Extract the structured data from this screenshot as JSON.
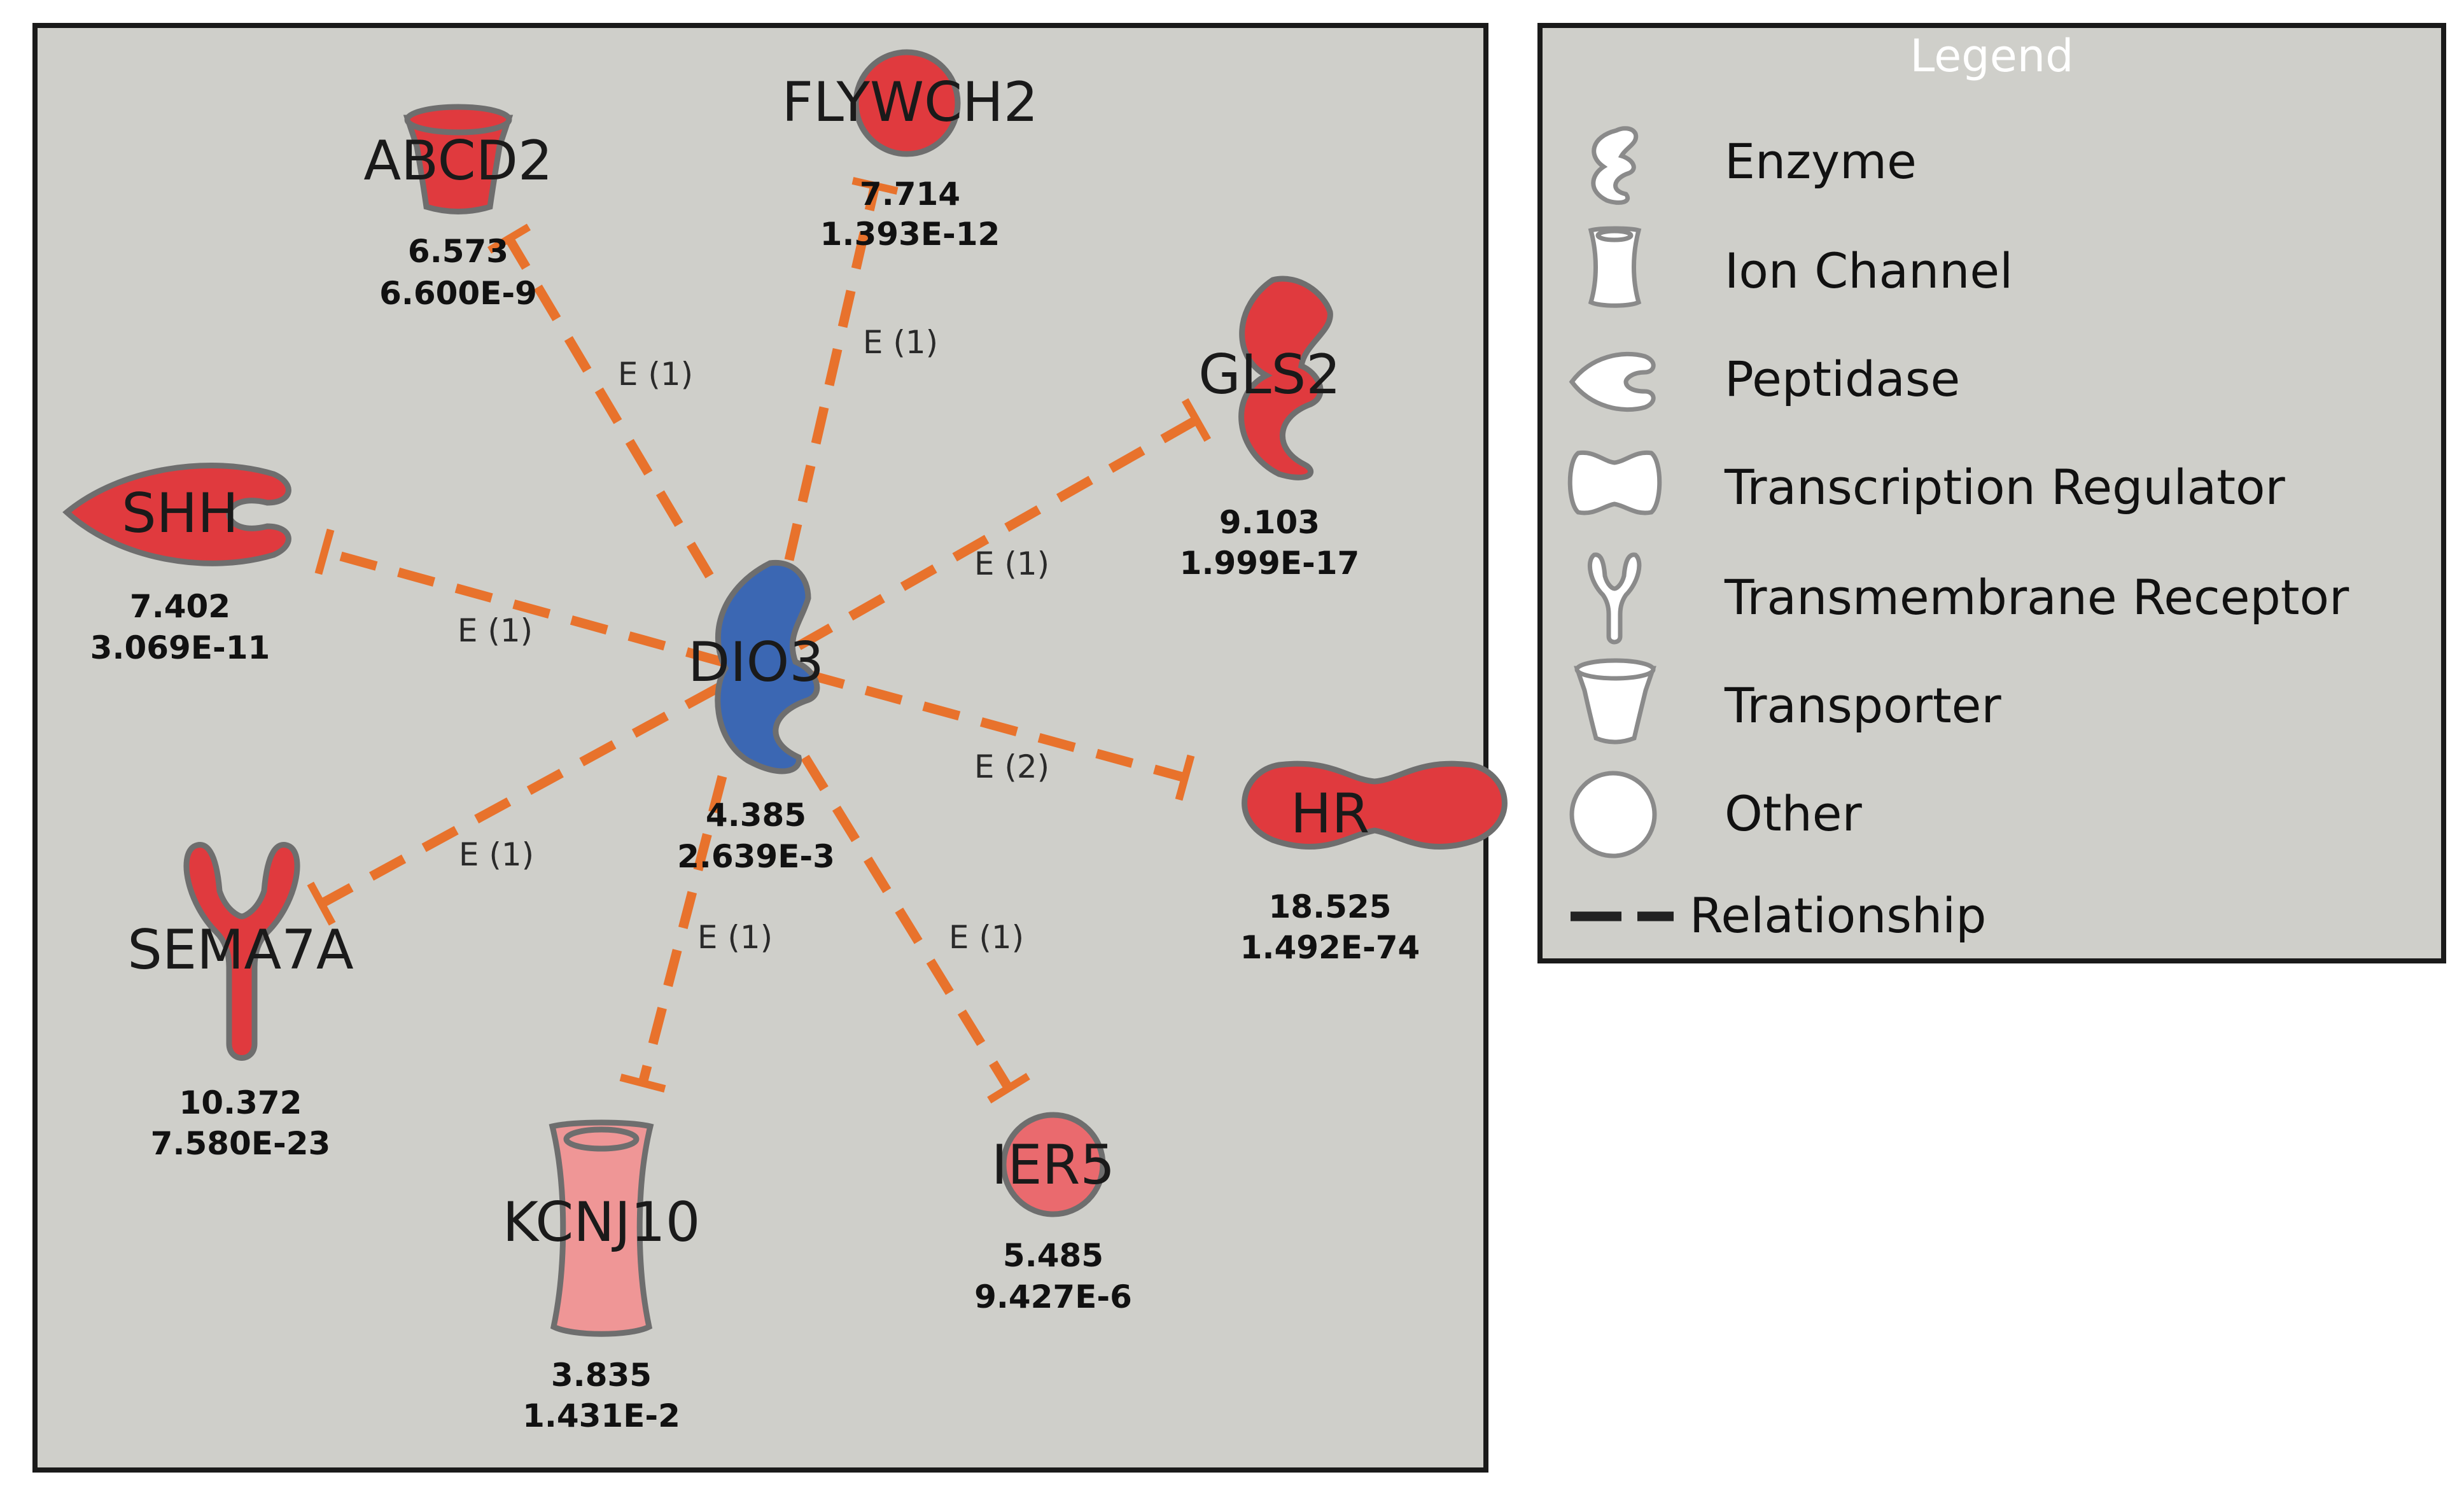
{
  "colors": {
    "panel_bg": "#cfcfca",
    "frame": "#1a1a1a",
    "edge": "#e8722c",
    "hub": "#3b67b3",
    "strong_red": "#e03a3e",
    "light_red": "#ea6a6e",
    "pale_red": "#ef9696"
  },
  "hub": {
    "id": "DIO3",
    "label": "DIO3",
    "shape": "enzyme",
    "value1": "4.385",
    "value2": "2.639E-3"
  },
  "nodes": [
    {
      "id": "ABCD2",
      "label": "ABCD2",
      "shape": "transporter",
      "color": "strong_red",
      "value1": "6.573",
      "value2": "6.600E-9",
      "edge_label": "E (1)"
    },
    {
      "id": "FLYWCH2",
      "label": "FLYWCH2",
      "shape": "other",
      "color": "strong_red",
      "value1": "7.714",
      "value2": "1.393E-12",
      "edge_label": "E (1)"
    },
    {
      "id": "GLS2",
      "label": "GLS2",
      "shape": "enzyme",
      "color": "strong_red",
      "value1": "9.103",
      "value2": "1.999E-17",
      "edge_label": "E (1)"
    },
    {
      "id": "SHH",
      "label": "SHH",
      "shape": "peptidase",
      "color": "strong_red",
      "value1": "7.402",
      "value2": "3.069E-11",
      "edge_label": "E (1)"
    },
    {
      "id": "HR",
      "label": "HR",
      "shape": "transcription-regulator",
      "color": "strong_red",
      "value1": "18.525",
      "value2": "1.492E-74",
      "edge_label": "E (2)"
    },
    {
      "id": "SEMA7A",
      "label": "SEMA7A",
      "shape": "transmembrane-receptor",
      "color": "strong_red",
      "value1": "10.372",
      "value2": "7.580E-23",
      "edge_label": "E (1)"
    },
    {
      "id": "KCNJ10",
      "label": "KCNJ10",
      "shape": "ion-channel",
      "color": "pale_red",
      "value1": "3.835",
      "value2": "1.431E-2",
      "edge_label": "E (1)"
    },
    {
      "id": "IER5",
      "label": "IER5",
      "shape": "other",
      "color": "light_red",
      "value1": "5.485",
      "value2": "9.427E-6",
      "edge_label": "E (1)"
    }
  ],
  "legend": {
    "title": "Legend",
    "items": [
      {
        "label": "Enzyme",
        "icon": "enzyme-icon"
      },
      {
        "label": "Ion Channel",
        "icon": "ion-channel-icon"
      },
      {
        "label": "Peptidase",
        "icon": "peptidase-icon"
      },
      {
        "label": "Transcription Regulator",
        "icon": "transcription-regulator-icon"
      },
      {
        "label": "Transmembrane Receptor",
        "icon": "transmembrane-receptor-icon"
      },
      {
        "label": "Transporter",
        "icon": "transporter-icon"
      },
      {
        "label": "Other",
        "icon": "other-icon"
      }
    ],
    "relationship_label": "Relationship"
  }
}
